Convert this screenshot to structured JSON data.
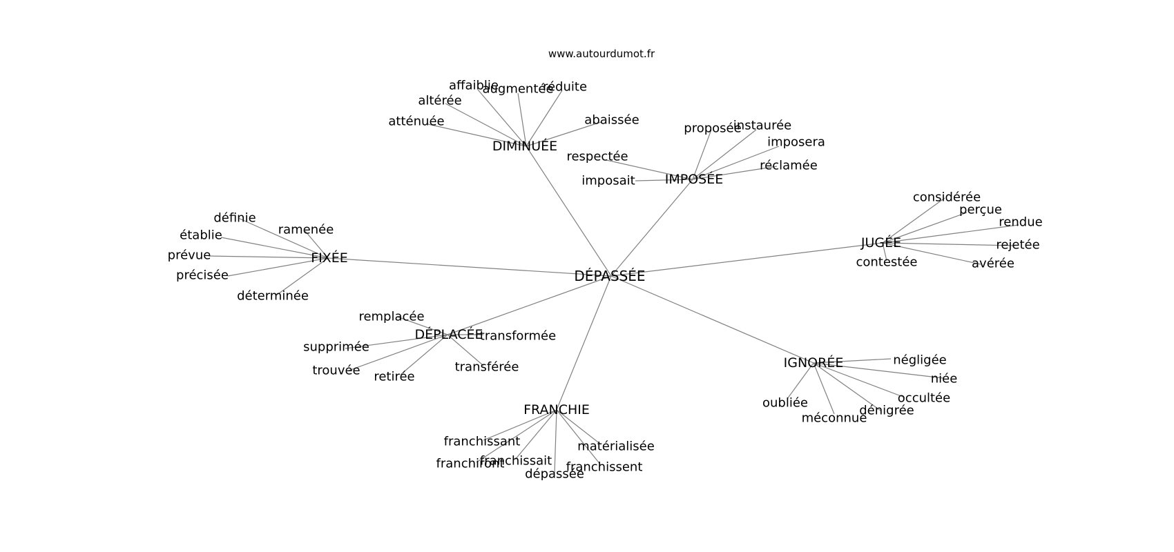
{
  "source": "www.autourdumot.fr",
  "center": "DÉPASSÉE",
  "clusters": [
    {
      "hub": "DIMINUÉE",
      "leaves": [
        "affaiblie",
        "augmentée",
        "réduite",
        "altérée",
        "atténuée",
        "abaissée"
      ]
    },
    {
      "hub": "IMPOSÉE",
      "leaves": [
        "proposée",
        "instaurée",
        "imposera",
        "respectée",
        "réclamée",
        "imposait"
      ]
    },
    {
      "hub": "JUGÉE",
      "leaves": [
        "considérée",
        "perçue",
        "rendue",
        "rejetée",
        "contestée",
        "avérée"
      ]
    },
    {
      "hub": "FIXÉE",
      "leaves": [
        "définie",
        "ramenée",
        "établie",
        "prévue",
        "précisée",
        "déterminée"
      ]
    },
    {
      "hub": "DÉPLACÉE",
      "leaves": [
        "remplacée",
        "transformée",
        "supprimée",
        "trouvée",
        "retirée",
        "transférée"
      ]
    },
    {
      "hub": "IGNORÉE",
      "leaves": [
        "négligée",
        "niée",
        "occultée",
        "dénigrée",
        "oubliée",
        "méconnue"
      ]
    },
    {
      "hub": "FRANCHIE",
      "leaves": [
        "franchissant",
        "matérialisée",
        "franchiront",
        "franchissait",
        "franchissent",
        "dépassée"
      ]
    }
  ]
}
